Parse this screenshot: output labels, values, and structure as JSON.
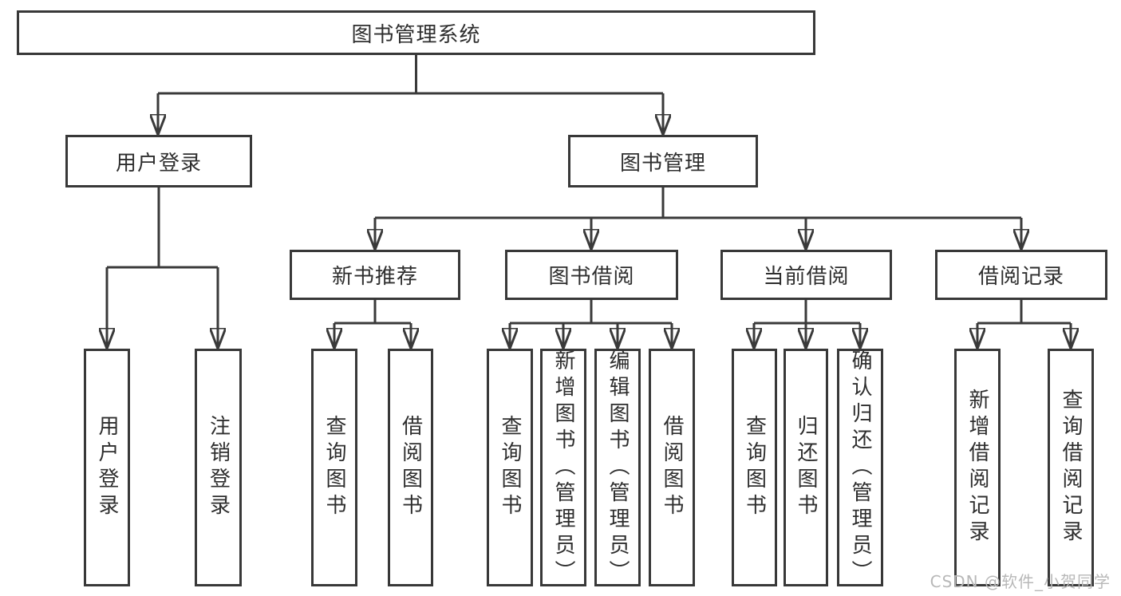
{
  "colors": {
    "line": "#3a3a3a",
    "text": "#2e2e2e",
    "box_border": "#383838",
    "background": "#ffffff",
    "watermark": "#b8b8b8"
  },
  "watermark": {
    "text": "CSDN @软件_小贺同学"
  },
  "tree": {
    "label": "图书管理系统",
    "children": [
      {
        "label": "用户登录",
        "children": [
          {
            "label": "用户登录"
          },
          {
            "label": "注销登录"
          }
        ]
      },
      {
        "label": "图书管理",
        "children": [
          {
            "label": "新书推荐",
            "children": [
              {
                "label": "查询图书"
              },
              {
                "label": "借阅图书"
              }
            ]
          },
          {
            "label": "图书借阅",
            "children": [
              {
                "label": "查询图书"
              },
              {
                "label": "新增图书（管理员）"
              },
              {
                "label": "编辑图书（管理员）"
              },
              {
                "label": "借阅图书"
              }
            ]
          },
          {
            "label": "当前借阅",
            "children": [
              {
                "label": "查询图书"
              },
              {
                "label": "归还图书"
              },
              {
                "label": "确认归还（管理员）"
              }
            ]
          },
          {
            "label": "借阅记录",
            "children": [
              {
                "label": "新增借阅记录"
              },
              {
                "label": "查询借阅记录"
              }
            ]
          }
        ]
      }
    ]
  }
}
